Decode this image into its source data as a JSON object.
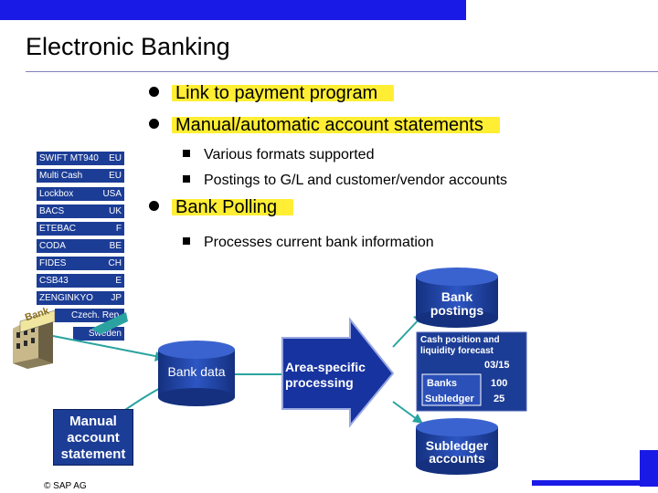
{
  "header": {
    "title": "Electronic Banking"
  },
  "bullets": {
    "link": "Link to payment program",
    "statements": "Manual/automatic account statements",
    "formats": "Various formats supported",
    "postings": "Postings to G/L and customer/vendor accounts",
    "polling": "Bank Polling",
    "processes": "Processes current bank information"
  },
  "formats": [
    {
      "name": "SWIFT MT940",
      "country": "EU"
    },
    {
      "name": "Multi Cash",
      "country": "EU"
    },
    {
      "name": "Lockbox",
      "country": "USA"
    },
    {
      "name": "BACS",
      "country": "UK"
    },
    {
      "name": "ETEBAC",
      "country": "F"
    },
    {
      "name": "CODA",
      "country": "BE"
    },
    {
      "name": "FIDES",
      "country": "CH"
    },
    {
      "name": "CSB43",
      "country": "E"
    },
    {
      "name": "ZENGINKYO",
      "country": "JP"
    },
    {
      "name": "",
      "country": "Czech. Rep."
    },
    {
      "name": "",
      "country": "Sweden"
    }
  ],
  "bank_sign": "Bank",
  "manual_statement": "Manual account statement",
  "bank_data": "Bank data",
  "process_arrow": "Area-specific processing",
  "bank_postings": "Bank postings",
  "forecast": {
    "title": "Cash position and liquidity forecast",
    "date": "03/15",
    "rows": [
      {
        "label": "Banks",
        "value": "100"
      },
      {
        "label": "Subledger",
        "value": "25"
      }
    ]
  },
  "subledger_accounts": "Subledger accounts",
  "footer": {
    "copyright": "© SAP AG"
  },
  "colors": {
    "accent": "#1a1ae6",
    "highlight": "#ffee33",
    "cylinder": "#1f3f9a",
    "arrow": "#1733a0"
  }
}
